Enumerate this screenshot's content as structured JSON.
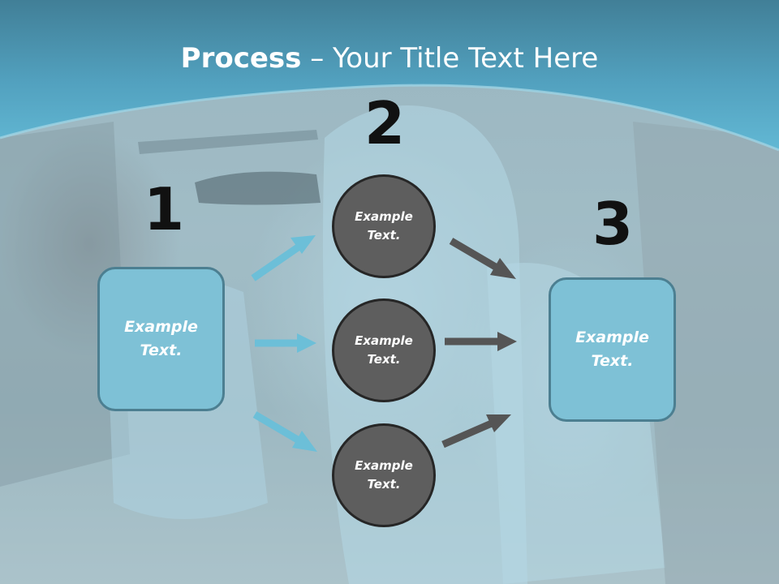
{
  "title": {
    "bold": "Process",
    "separator": " – ",
    "rest": "Your Title Text Here"
  },
  "steps": [
    "1",
    "2",
    "3"
  ],
  "left_box": {
    "text": "Example Text."
  },
  "right_box": {
    "text": "Example Text."
  },
  "circles": [
    {
      "text": "Example Text."
    },
    {
      "text": "Example Text."
    },
    {
      "text": "Example Text."
    }
  ],
  "colors": {
    "header": "#4fa3c2",
    "box_fill": "#7ec1d6",
    "box_border": "#4c7f91",
    "circle_fill": "#5e5e5e",
    "arrow_light": "#6cbfd8",
    "arrow_dark": "#555555"
  }
}
